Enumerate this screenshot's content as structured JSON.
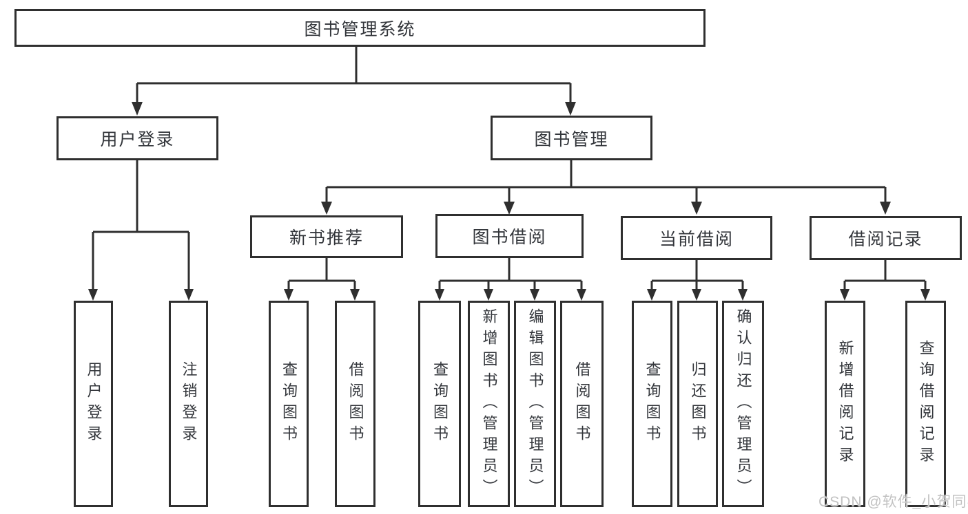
{
  "diagram_type": "hierarchy-tree",
  "colors": {
    "background": "#ffffff",
    "line": "#2f2f2f",
    "node_border": "#2f2f2f",
    "text": "#33363b",
    "watermark": "#c2c2c2"
  },
  "tree": {
    "label": "图书管理系统",
    "children": [
      {
        "label": "用户登录",
        "children": [
          {
            "label": "用户登录"
          },
          {
            "label": "注销登录"
          }
        ]
      },
      {
        "label": "图书管理",
        "children": [
          {
            "label": "新书推荐",
            "children": [
              {
                "label": "查询图书"
              },
              {
                "label": "借阅图书"
              }
            ]
          },
          {
            "label": "图书借阅",
            "children": [
              {
                "label": "查询图书"
              },
              {
                "label": "新增图书（管理员）"
              },
              {
                "label": "编辑图书（管理员）"
              },
              {
                "label": "借阅图书"
              }
            ]
          },
          {
            "label": "当前借阅",
            "children": [
              {
                "label": "查询图书"
              },
              {
                "label": "归还图书"
              },
              {
                "label": "确认归还（管理员）"
              }
            ]
          },
          {
            "label": "借阅记录",
            "children": [
              {
                "label": "新增借阅记录"
              },
              {
                "label": "查询借阅记录"
              }
            ]
          }
        ]
      }
    ]
  },
  "watermark": {
    "text": "CSDN @软件_小贺同学"
  }
}
